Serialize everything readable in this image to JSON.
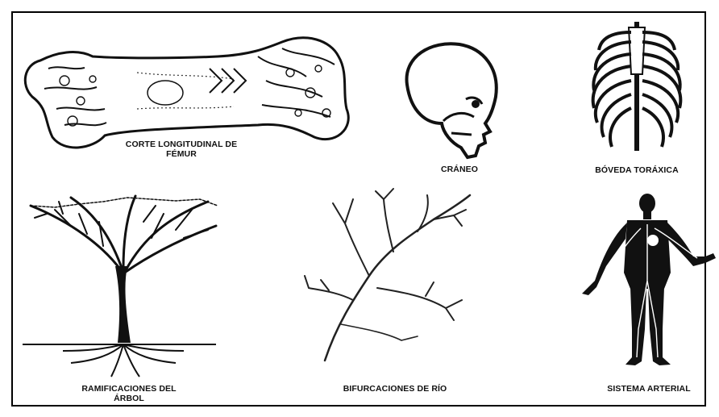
{
  "panels": [
    {
      "id": "femur",
      "caption_line1": "CORTE LONGITUDINAL DE",
      "caption_line2": "FÉMUR",
      "icon": "femur-section-drawing"
    },
    {
      "id": "skull",
      "caption": "CRÁNEO",
      "icon": "skull-profile-drawing"
    },
    {
      "id": "ribcage",
      "caption": "BÓVEDA TORÁXICA",
      "icon": "ribcage-drawing"
    },
    {
      "id": "tree",
      "caption_line1": "RAMIFICACIONES DEL",
      "caption_line2": "ÁRBOL",
      "icon": "branching-tree-drawing"
    },
    {
      "id": "river",
      "caption": "BIFURCACIONES DE RÍO",
      "icon": "river-delta-drawing"
    },
    {
      "id": "arterial",
      "caption": "SISTEMA ARTERIAL",
      "icon": "arterial-system-figure"
    }
  ],
  "colors": {
    "ink": "#111111",
    "background": "#ffffff",
    "border": "#000000"
  }
}
